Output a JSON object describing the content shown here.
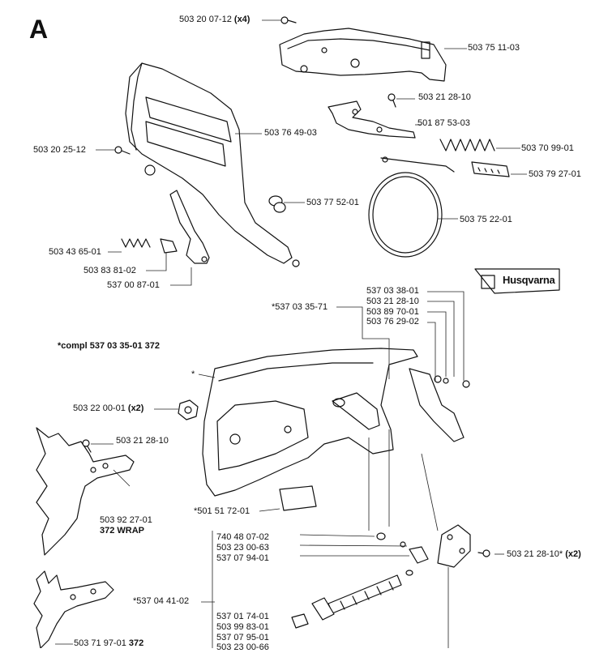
{
  "diagram": {
    "section_letter": "A",
    "brand_logo_text": "Husqvarna",
    "labels": {
      "bolt_top": "503 20 07-12",
      "bolt_top_qty": "(x4)",
      "clutch_cover_top": "503 75 11-03",
      "screw_mid": "503 21 28-10",
      "lever_arm": "501 87 53-03",
      "spring_top": "503 70 99-01",
      "pin_top": "503 79 27-01",
      "handguard": "503 76 49-03",
      "bolt_left": "503 20 25-12",
      "bushing": "503 77 52-01",
      "brake_band": "503 75 22-01",
      "spring_small": "503 43 65-01",
      "block_small": "503 83 81-02",
      "link_arm": "537 00 87-01",
      "kit_group": "*537 03 35-71",
      "compl_label": "*compl 537 03 35-01",
      "compl_model": "372",
      "star_marker": "*",
      "nut": "503 22 00-01",
      "nut_qty": "(x2)",
      "screw_spike": "503 21 28-10",
      "spike_a": "503 92 27-01",
      "spike_a_model": "372 WRAP",
      "pad": "*501 51 72-01",
      "tensioner_group": "*537 04 41-02",
      "screw_right": "503 21 28-10*",
      "screw_right_qty": "(x2)",
      "spike_b": "503 71 97-01",
      "spike_b_model": "372"
    },
    "group_top": [
      "537 03 38-01",
      "503 21 28-10",
      "503 89 70-01",
      "503 76 29-02"
    ],
    "group_mid": [
      "740 48 07-02",
      "503 23 00-63",
      "537 07 94-01"
    ],
    "group_bottom": [
      "537 01 74-01",
      "503 99 83-01",
      "537 07 95-01",
      "503 23 00-66"
    ]
  }
}
